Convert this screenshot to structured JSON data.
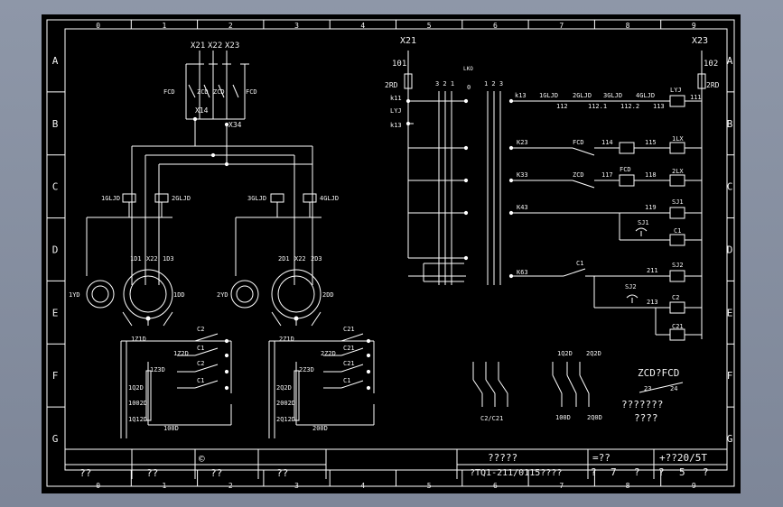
{
  "grid": {
    "columns": [
      "0",
      "1",
      "2",
      "3",
      "4",
      "5",
      "6",
      "7",
      "8",
      "9"
    ],
    "rows": [
      "A",
      "B",
      "C",
      "D",
      "E",
      "F",
      "G"
    ]
  },
  "left_circuit": {
    "breaker_terminals": [
      "X21",
      "X22",
      "X23"
    ],
    "contacts": [
      "FCD",
      "ZCD",
      "ZCD",
      "FCD"
    ],
    "junctions": [
      "X14",
      "X34"
    ],
    "relays": [
      "1GLJD",
      "2GLJD",
      "3GLJD",
      "4GLJD"
    ],
    "transformer_1": {
      "terminals": [
        "1D1",
        "X22",
        "1D3"
      ],
      "coils": [
        "1YD",
        "1DD"
      ]
    },
    "transformer_2": {
      "terminals": [
        "2D1",
        "X22",
        "2D3"
      ],
      "coils": [
        "2YD",
        "2DD"
      ]
    },
    "terminal_block_1": [
      "1Z1D",
      "1Z2D",
      "1Z3D",
      "1Q2D",
      "1002D",
      "1Q12D"
    ],
    "terminal_block_1_label": "100D",
    "terminal_block_2": [
      "2Z1D",
      "2Z2D",
      "2Z3D",
      "2Q2D",
      "2002D",
      "2Q12D"
    ],
    "terminal_block_2_label": "200D",
    "block_contacts_1": [
      "C2",
      "C1",
      "C2",
      "C1"
    ],
    "block_contacts_2": [
      "C21",
      "C21",
      "C21",
      "C1"
    ]
  },
  "right_circuit": {
    "left_bus": "X21",
    "right_bus": "X23",
    "left_bus_code": "101",
    "right_bus_code": "102",
    "fuses": [
      "2RD",
      "2RD"
    ],
    "side_labels": [
      "k11",
      "LYJ",
      "k13"
    ],
    "switch_labels": {
      "left": "3 2 1",
      "right": "1 2 3",
      "top": "LKO",
      "mid": "0"
    },
    "rows": [
      {
        "node": "k13",
        "parts": [
          "1GLJD",
          "2GLJD",
          "3GLJD",
          "4GLJD",
          "LYJ"
        ],
        "nums": [
          "112",
          "112.1",
          "112.2",
          "113",
          "111"
        ]
      },
      {
        "node": "K23",
        "parts": [
          "FCD",
          "1LX"
        ],
        "nums": [
          "114",
          "115"
        ]
      },
      {
        "node": "K33",
        "parts": [
          "ZCD",
          "FCD",
          "2LX"
        ],
        "nums": [
          "117",
          "118"
        ]
      },
      {
        "node": "K43",
        "parts": [
          "SJ1",
          "SJ1",
          "C1"
        ],
        "nums": [
          "119"
        ]
      },
      {
        "node": "K63",
        "parts": [
          "C1",
          "SJ2",
          "SJ2",
          "C2",
          "C21"
        ],
        "nums": [
          "211",
          "213"
        ]
      }
    ]
  },
  "bottom_symbols": {
    "group1_label": "C2/C21",
    "group2_top": [
      "1Q2D",
      "2Q2D"
    ],
    "group2_bottom": [
      "100D",
      "2Q0D"
    ],
    "legend_title": "ZCD?FCD",
    "legend_nums": [
      "23",
      "24"
    ],
    "legend_line1": "???????",
    "legend_line2": "????"
  },
  "title_block": {
    "symbol": "©",
    "cells_left": [
      "??",
      "??",
      "??",
      "??"
    ],
    "title_top": "?????",
    "title_bottom": "?TQ1-211/0115????",
    "mid_top": "=??",
    "mid_bottom": [
      "?",
      "7",
      "?"
    ],
    "right_top": "+??20/5T",
    "right_bottom": [
      "?",
      "5",
      "?"
    ]
  }
}
